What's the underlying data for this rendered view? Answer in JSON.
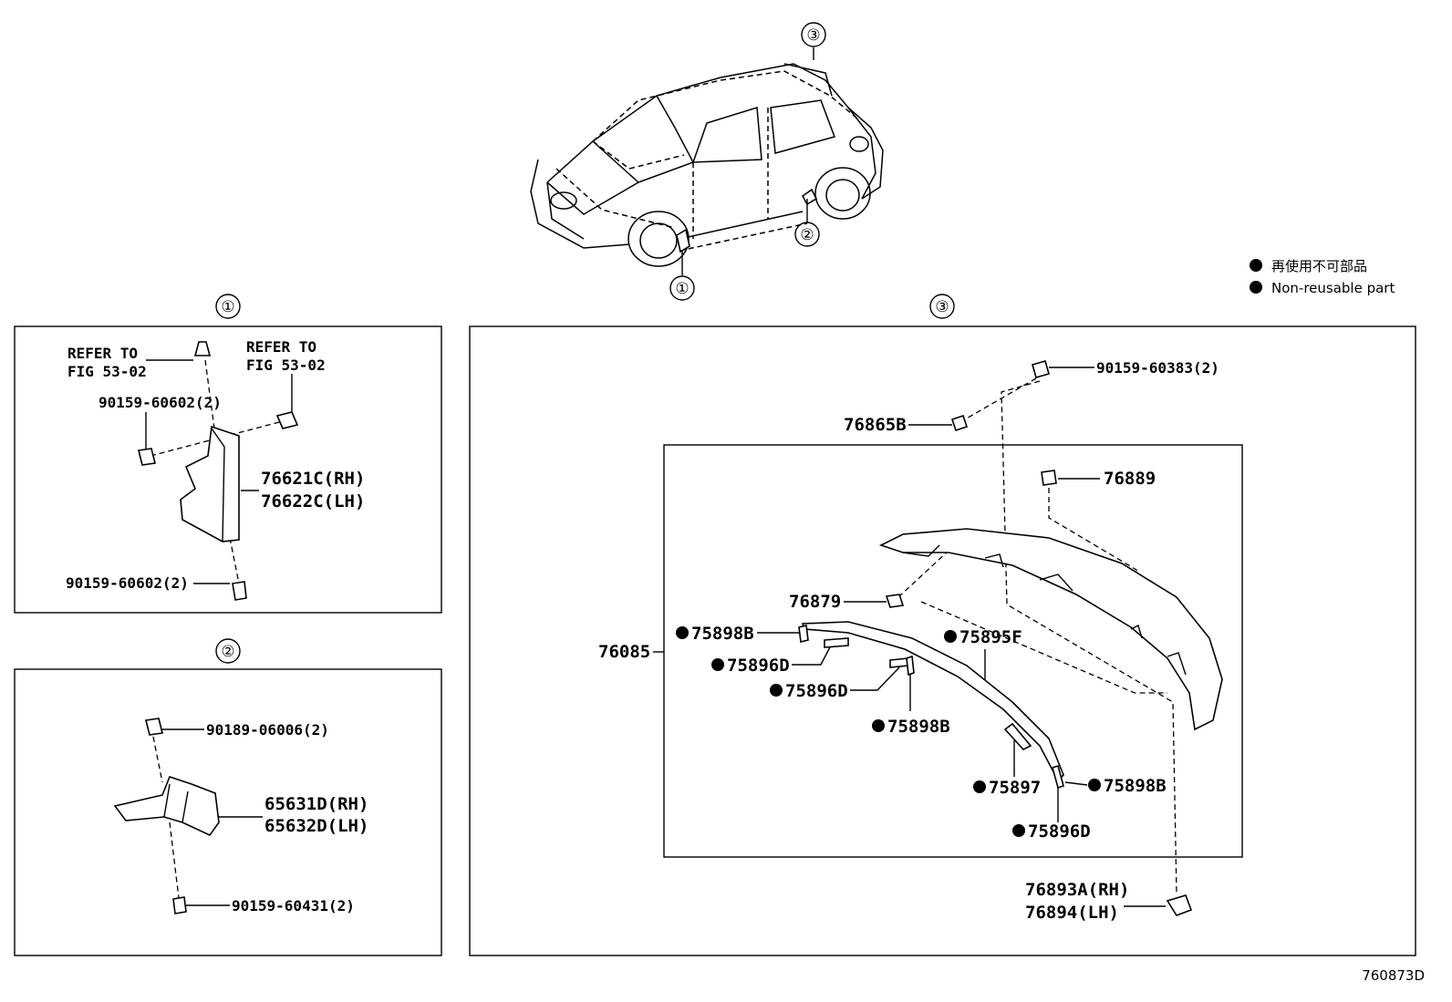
{
  "callouts": {
    "c1": "①",
    "c2": "②",
    "c3": "③"
  },
  "legend": {
    "jp": "再使用不可部品",
    "en": "Non-reusable part"
  },
  "illustration_code": "760873D",
  "section1": {
    "refer_a_line1": "REFER TO",
    "refer_a_line2": "FIG 53-02",
    "refer_b_line1": "REFER TO",
    "refer_b_line2": "FIG 53-02",
    "screw_top": "90159-60602(2)",
    "screw_bottom": "90159-60602(2)",
    "mudguard_rh": "76621C(RH)",
    "mudguard_lh": "76622C(LH)"
  },
  "section2": {
    "clip_top": "90189-06006(2)",
    "screw_bottom": "90159-60431(2)",
    "guard_rh": "65631D(RH)",
    "guard_lh": "65632D(LH)"
  },
  "section3": {
    "screw": "90159-60383(2)",
    "nut": "76865B",
    "clip_76889": "76889",
    "clip_76879": "76879",
    "assy": "76085",
    "tape_75898b_a": "75898B",
    "tape_75896d_a": "75896D",
    "tape_75896d_b": "75896D",
    "tape_75898b_b": "75898B",
    "cover_75895f": "75895F",
    "tape_75897": "75897",
    "tape_75898b_c": "75898B",
    "tape_75896d_c": "75896D",
    "bracket_rh": "76893A(RH)",
    "bracket_lh": "76894(LH)"
  }
}
